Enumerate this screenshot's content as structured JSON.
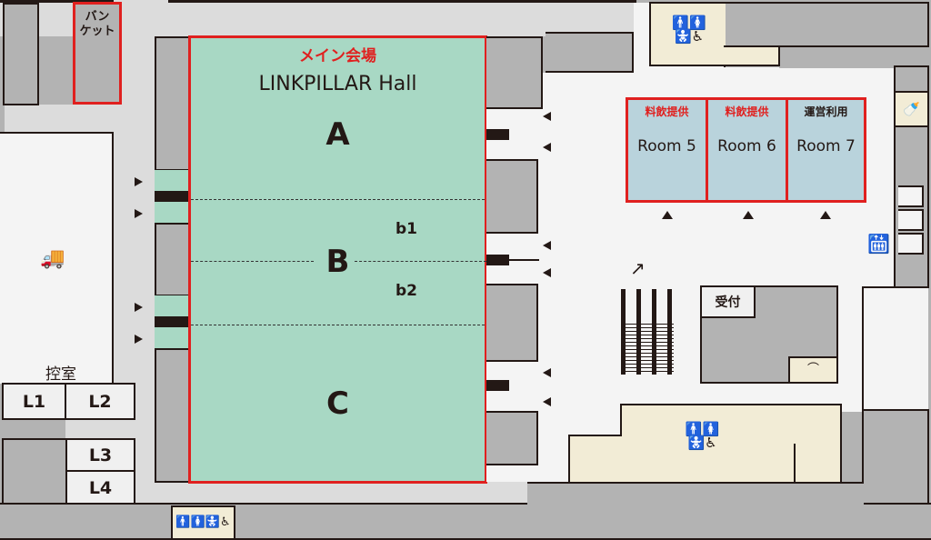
{
  "hall": {
    "title_jp": "メイン会場",
    "title": "LINKPILLAR Hall",
    "sections": [
      "A",
      "B",
      "C"
    ],
    "subsections": [
      "b1",
      "b2"
    ]
  },
  "banquet": {
    "label_line1": "バン",
    "label_line2": "ケット"
  },
  "waiting_room": {
    "label": "控室",
    "rooms": [
      "L1",
      "L2",
      "L3",
      "L4"
    ]
  },
  "rooms": [
    {
      "name": "Room 5",
      "tag": "料飲提供",
      "tag_color": "#e0201f"
    },
    {
      "name": "Room 6",
      "tag": "料飲提供",
      "tag_color": "#e0201f"
    },
    {
      "name": "Room 7",
      "tag": "運営利用",
      "tag_color": "#231815"
    }
  ],
  "reception": {
    "label": "受付"
  },
  "icons": {
    "restroom": "restroom-icons",
    "truck": "truck-icon",
    "escalator": "escalator-icon",
    "elevator": "elevator-icon",
    "baby": "baby-bottle-icon",
    "shoe": "shoe-icon"
  },
  "colors": {
    "accent": "#e0201f",
    "hall": "#a8d8c4",
    "room": "#b9d3dc"
  }
}
